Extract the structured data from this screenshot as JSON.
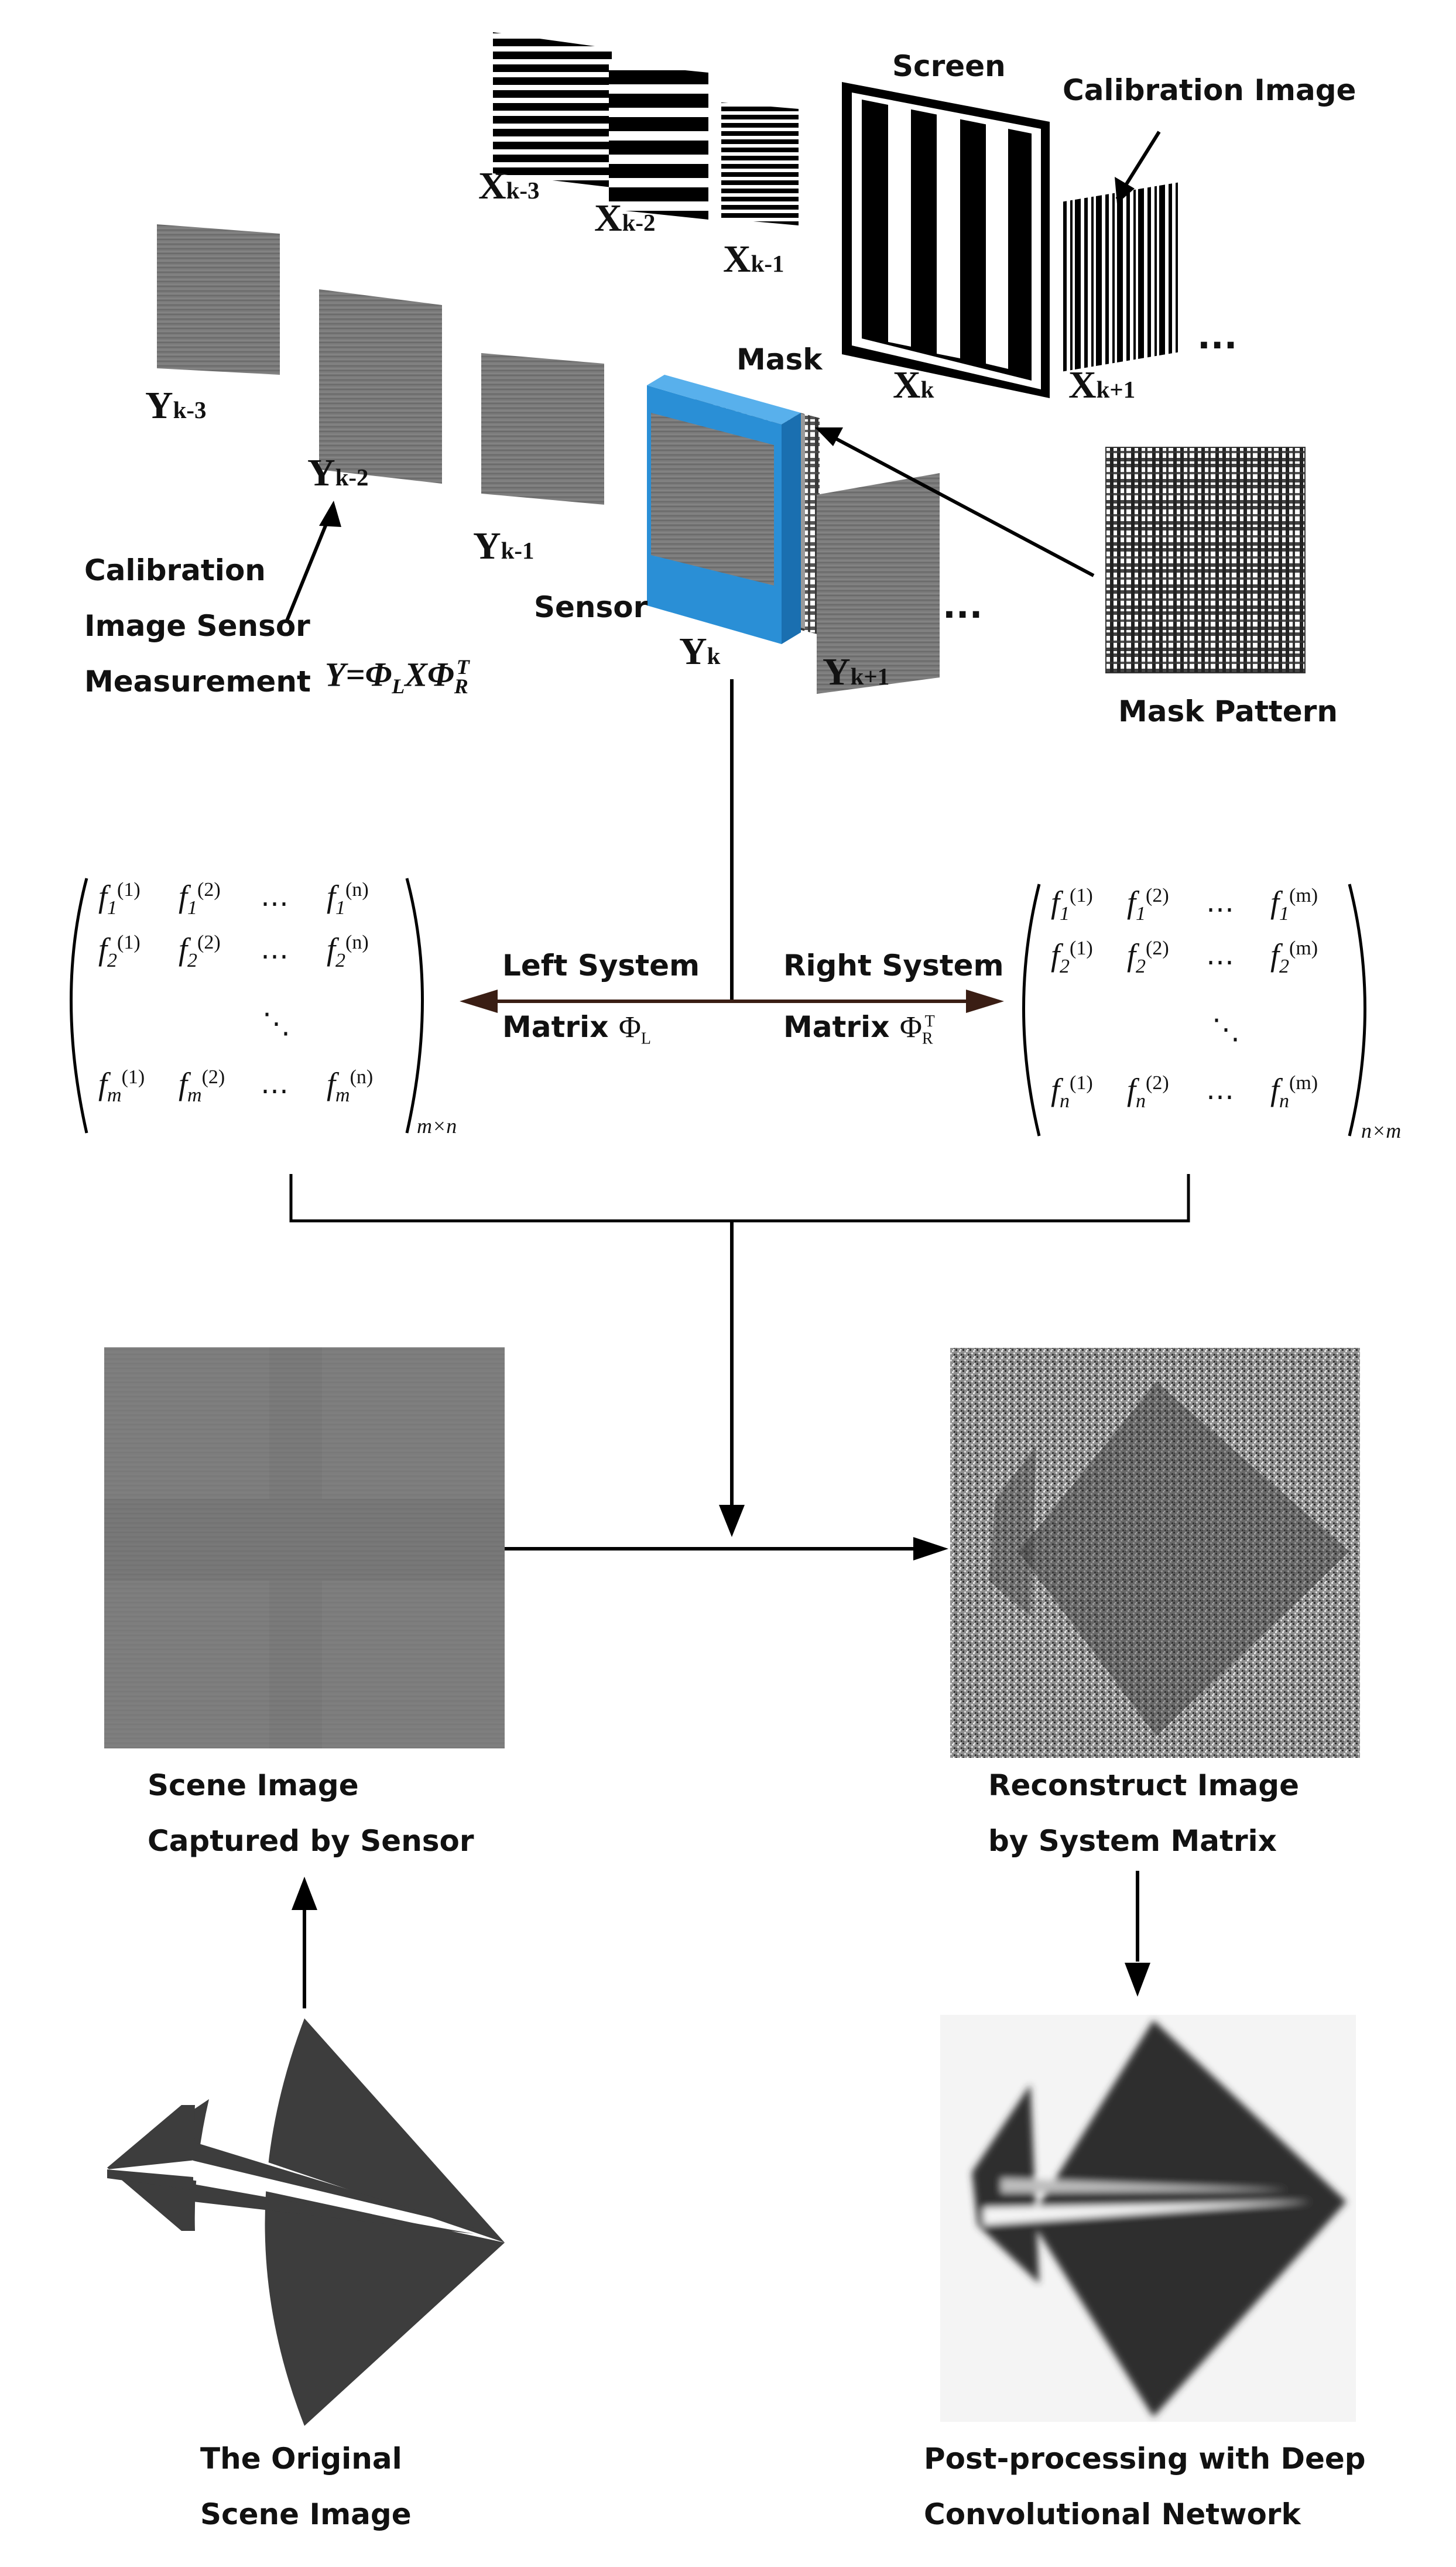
{
  "labels": {
    "screen": "Screen",
    "calibration_image": "Calibration Image",
    "mask": "Mask",
    "mask_pattern": "Mask Pattern",
    "sensor": "Sensor",
    "calibration_line1": "Calibration",
    "calibration_line2": "Image Sensor",
    "calibration_line3": "Measurement",
    "left_system_1": "Left System",
    "left_system_2": "Matrix",
    "right_system_1": "Right System",
    "right_system_2": "Matrix",
    "scene_captured_1": "Scene Image",
    "scene_captured_2": "Captured by Sensor",
    "reconstruct_1": "Reconstruct Image",
    "reconstruct_2": "by System Matrix",
    "original_1": "The Original",
    "original_2": "Scene Image",
    "postproc_1": "Post-processing with Deep",
    "postproc_2": "Convolutional  Network",
    "ellipsis_top": "...",
    "ellipsis_mid": "..."
  },
  "symbols": {
    "x_km3": {
      "base": "X",
      "sub": "k-3"
    },
    "x_km2": {
      "base": "X",
      "sub": "k-2"
    },
    "x_km1": {
      "base": "X",
      "sub": "k-1"
    },
    "x_k": {
      "base": "X",
      "sub": "k"
    },
    "x_kp1": {
      "base": "X",
      "sub": "k+1"
    },
    "y_km3": {
      "base": "Y",
      "sub": "k-3"
    },
    "y_km2": {
      "base": "Y",
      "sub": "k-2"
    },
    "y_km1": {
      "base": "Y",
      "sub": "k-1"
    },
    "y_k": {
      "base": "Y",
      "sub": "k"
    },
    "y_kp1": {
      "base": "Y",
      "sub": "k+1"
    }
  },
  "formula": "Y=Φ_L XΦ_R^T",
  "phi_left": "Φ_L",
  "phi_right": "Φ_R^T",
  "matrix_left": {
    "rows": [
      [
        "f_1^(1)",
        "f_1^(2)",
        "⋯",
        "f_1^(n)"
      ],
      [
        "f_2^(1)",
        "f_2^(2)",
        "⋯",
        "f_2^(n)"
      ],
      [
        "⋱"
      ],
      [
        "f_m^(1)",
        "f_m^(2)",
        "⋯",
        "f_m^(n)"
      ]
    ],
    "size": "m×n"
  },
  "matrix_right": {
    "rows": [
      [
        "f_1^(1)",
        "f_1^(2)",
        "⋯",
        "f_1^(m)"
      ],
      [
        "f_2^(1)",
        "f_2^(2)",
        "⋯",
        "f_2^(m)"
      ],
      [
        "⋱"
      ],
      [
        "f_n^(1)",
        "f_n^(2)",
        "⋯",
        "f_n^(m)"
      ]
    ],
    "size": "n×m"
  },
  "colors": {
    "sensor_blue": "#2a8fd6",
    "sensor_blue_dark": "#1a6fb0",
    "gray_panel": "#7a7a7a",
    "arrow_brown": "#3a1e14"
  }
}
